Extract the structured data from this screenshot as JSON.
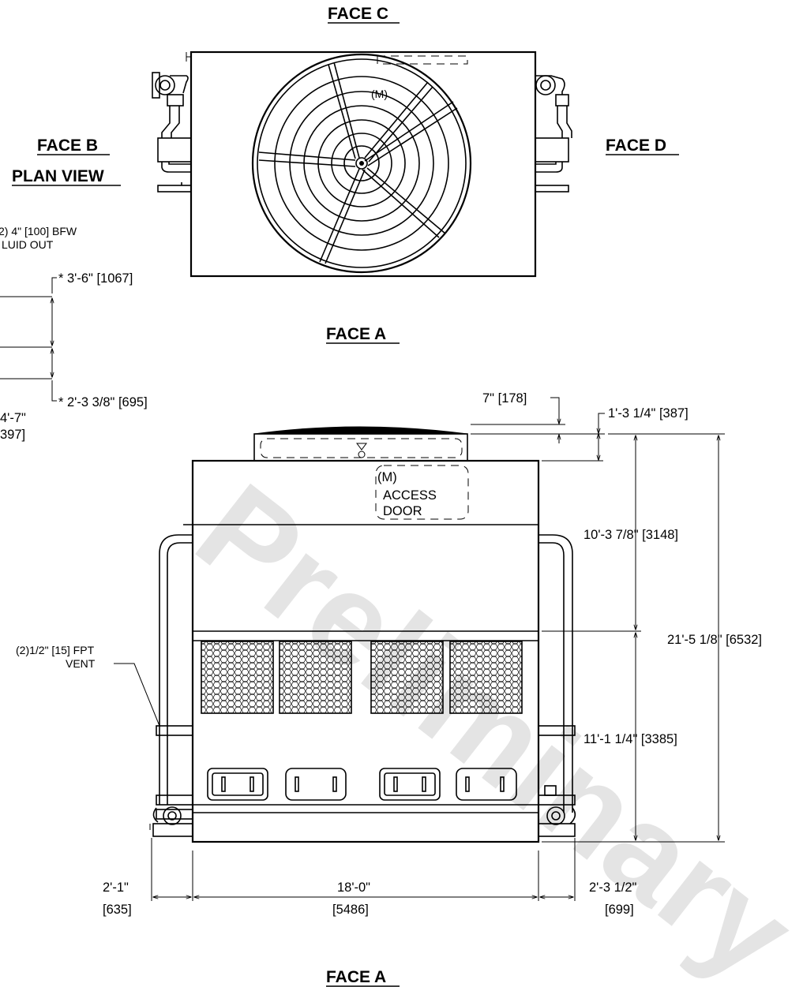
{
  "titles": {
    "face_c": "FACE C",
    "face_b": "FACE B",
    "plan_view": "PLAN VIEW",
    "face_d": "FACE D",
    "face_a_upper": "FACE A",
    "face_a_lower": "FACE A"
  },
  "plan": {
    "motor_label": "(M)",
    "bfw_line1": "2) 4\" [100] BFW",
    "bfw_line2": "LUID OUT",
    "dim_top": "* 3'-6\" [1067]",
    "dim_bottom": "* 2'-3 3/8\" [695]",
    "dim_partial_1": "4'-7\"",
    "dim_partial_2": "397]"
  },
  "elevation": {
    "dim_fan_cowl": "7\" [178]",
    "dim_cowl_top": "1'-3 1/4\" [387]",
    "access_line1": "(M)",
    "access_line2": "ACCESS",
    "access_line3": "DOOR",
    "dim_upper_height": "10'-3 7/8\" [3148]",
    "dim_total_height": "21'-5 1/8\" [6532]",
    "dim_lower_height": "11'-1 1/4\" [3385]",
    "vent_line1": "(2)1/2\" [15] FPT",
    "vent_line2": "VENT",
    "dim_left_line1": "2'-1\"",
    "dim_left_line2": "[635]",
    "dim_width_line1": "18'-0\"",
    "dim_width_line2": "[5486]",
    "dim_right_line1": "2'-3 1/2\"",
    "dim_right_line2": "[699]"
  },
  "watermark": "Preliminary"
}
